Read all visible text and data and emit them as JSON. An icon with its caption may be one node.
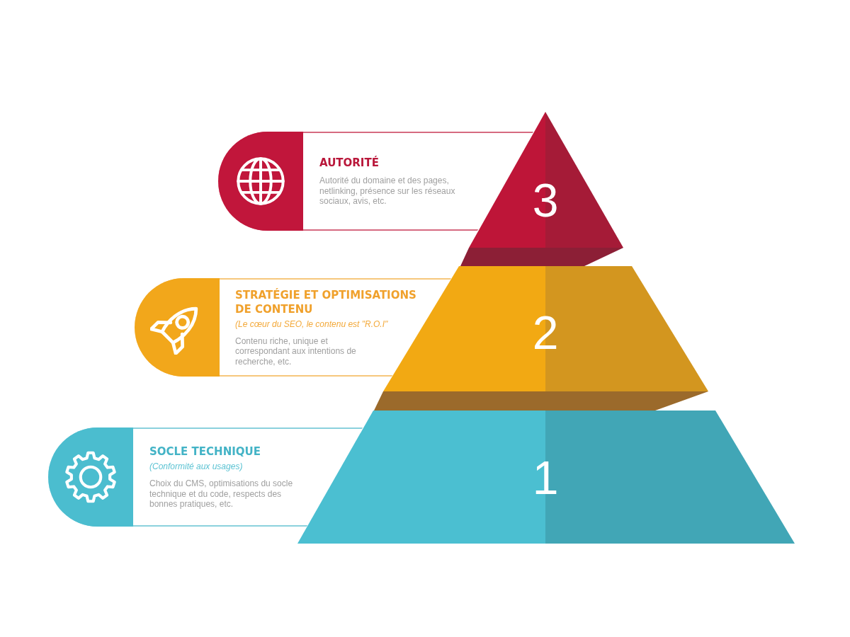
{
  "diagram": {
    "nodes": [
      {
        "text": [
          "AUTORITÉ",
          "Autorité du domaine et des pages, netlinking, présence sur les réseaux sociaux, avis, etc."
        ]
      },
      {
        "text": [
          "3"
        ]
      },
      {
        "text": [
          "STRATÉGIE ET OPTIMISATIONS DE CONTENU",
          "(Le cœur du SEO, le contenu est \"R.O.I\"",
          "Contenu riche, unique et correspondant aux intentions de recherche, etc."
        ]
      },
      {
        "text": [
          "2"
        ]
      },
      {
        "text": [
          "SOCLE TECHNIQUE",
          "(Conformité aux usages)",
          "Choix du CMS, optimisations du socle technique et du code, respects des bonnes pratiques, etc."
        ]
      },
      {
        "text": [
          "1"
        ]
      }
    ]
  }
}
